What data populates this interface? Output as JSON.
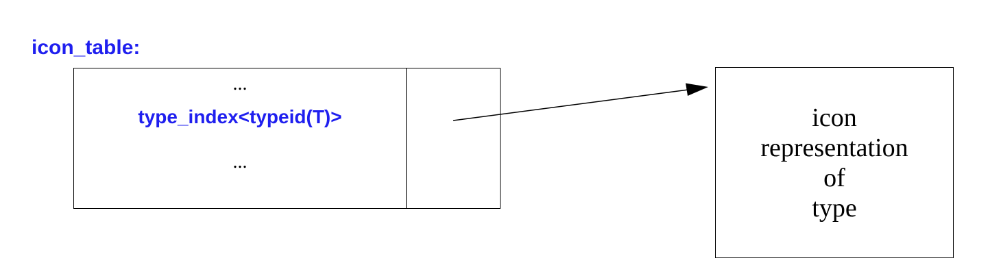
{
  "table": {
    "title": "icon_table:",
    "rows": [
      {
        "text": "..."
      },
      {
        "text": "type_index<typeid(T)>"
      },
      {
        "text": "..."
      }
    ]
  },
  "icon": {
    "lines": [
      "icon",
      "representation",
      "of",
      "type"
    ]
  },
  "colors": {
    "label": "#1f1fef",
    "line": "#000000"
  }
}
